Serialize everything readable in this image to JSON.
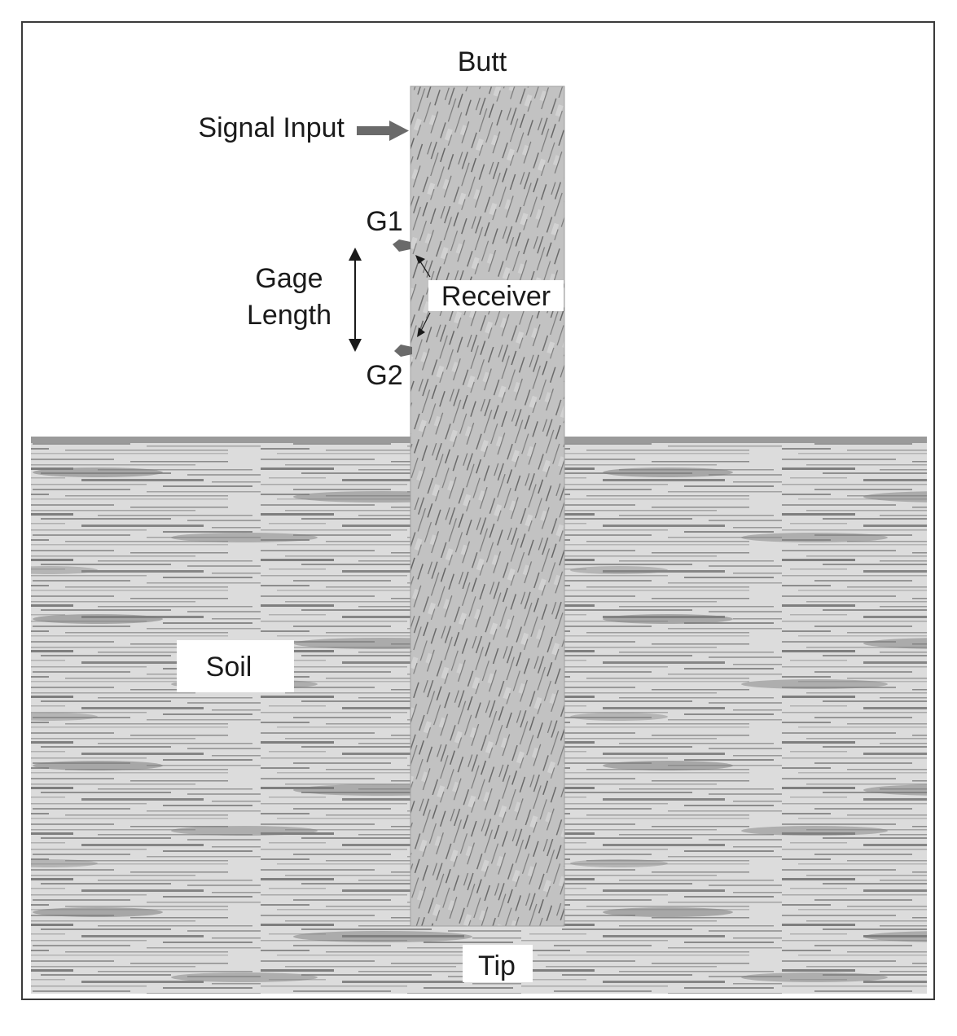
{
  "labels": {
    "butt": "Butt",
    "signal_input": "Signal Input",
    "g1": "G1",
    "g2": "G2",
    "gage_length_line1": "Gage",
    "gage_length_line2": "Length",
    "receiver": "Receiver",
    "soil": "Soil",
    "tip": "Tip"
  },
  "colors": {
    "frame": "#3a3a3a",
    "soil_base": "#d9d9d9",
    "soil_streak": "#8a8a8a",
    "pile_base": "#bdbdbd",
    "pile_grain": "#6e6e6e",
    "ground_line": "#9a9a9a",
    "arrow": "#6a6a6a",
    "text": "#1a1a1a"
  }
}
